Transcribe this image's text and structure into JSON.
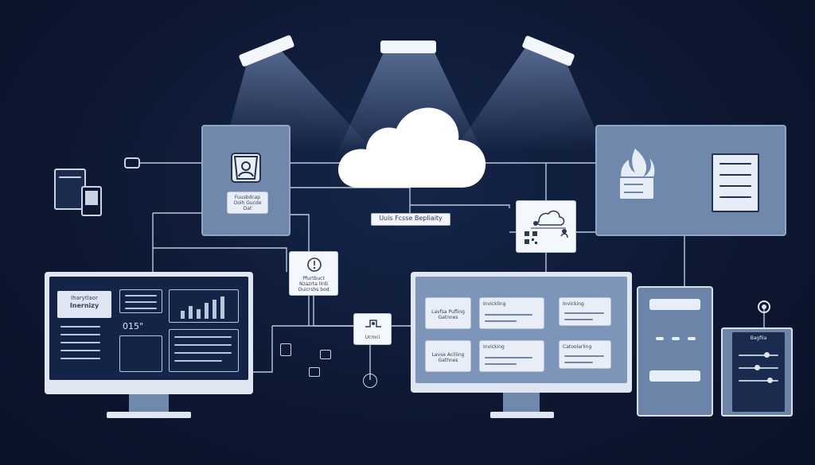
{
  "title": "",
  "colors": {
    "background": "#0d1730",
    "panel": "#6f88ab",
    "card": "#e9eef6",
    "line": "#b9c7dd",
    "cloud": "#ffffff"
  },
  "nodes": {
    "database_panel": {
      "caption_lines": [
        "Fuusbdcap",
        "Ooih Gucde",
        "Dat"
      ]
    },
    "cloud_label": "Uuis Fcsse Bepliaity",
    "alert_card": {
      "caption_lines": [
        "Pfurtbuct",
        "Nzazrta llrdi",
        "Ouicrshs bod"
      ]
    },
    "small_node_label": "Ucmci",
    "left_monitor": {
      "title_lines": [
        "Iharytlaor",
        "Inernizy"
      ],
      "code_text": "015\""
    },
    "center_monitor": {
      "panels": [
        {
          "lines": [
            "Lavfsa Pufling",
            "Gatnnes"
          ]
        },
        {
          "lines": [
            "Lavse Aciliing",
            "Gathnes"
          ]
        },
        {
          "heading": "Invickling"
        },
        {
          "heading": "Invicking"
        },
        {
          "heading": "Invicking"
        },
        {
          "heading": "Catoolarling"
        }
      ]
    },
    "right_device": {
      "header": "Bagfiia"
    }
  },
  "icons": [
    "spotlight-icon",
    "cloud-icon",
    "database-user-icon",
    "server-rack-icon",
    "fire-icon",
    "laptop-icon",
    "phone-icon",
    "network-hub-icon",
    "qr-code-icon",
    "alert-icon",
    "mail-icon",
    "lock-icon",
    "document-icon",
    "chain-link-icon"
  ]
}
